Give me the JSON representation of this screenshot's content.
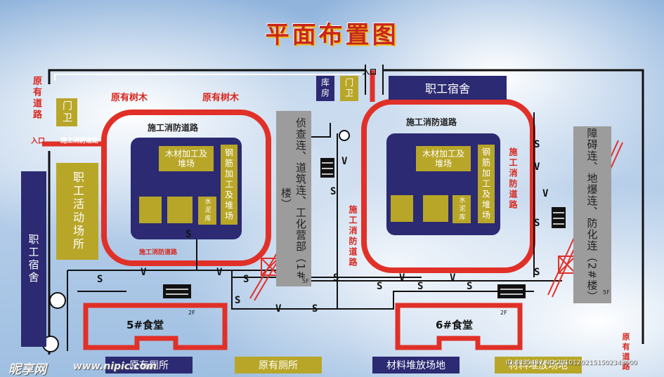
{
  "title": "平面布置图",
  "labels": {
    "entrance": "入口",
    "existing_road": "原有道路",
    "gate": "门卫",
    "storage": "库房",
    "existing_trees": "原有树木",
    "fire_road": "施工消防道路",
    "staff_dorm": "职工宿舍",
    "staff_activity": "职工活动场所",
    "wood": "木材加工及堆场",
    "rebar": "钢筋加工及堆场",
    "cement": "水泥库",
    "camp_left": "侦查连、道筑连、工化营部（1#楼）",
    "camp_right": "障碍连、地爆连、防化连（2#楼）",
    "floor_5f": "5F",
    "floor_2f": "2F",
    "canteen_5": "5#食堂",
    "canteen_6": "6#食堂",
    "existing_toilet": "原有厕所",
    "material_yard": "材料堆放场地",
    "pipe_s": "S",
    "pipe_v": "V"
  },
  "watermark": {
    "logo": "昵享网",
    "site": "www.nipic.com",
    "id": "ID:8335432 NO:20101202151502343000"
  },
  "colors": {
    "red": "#d8261c",
    "navy": "#2b2a72",
    "gold": "#b8a628",
    "grey": "#9c9c9c"
  }
}
